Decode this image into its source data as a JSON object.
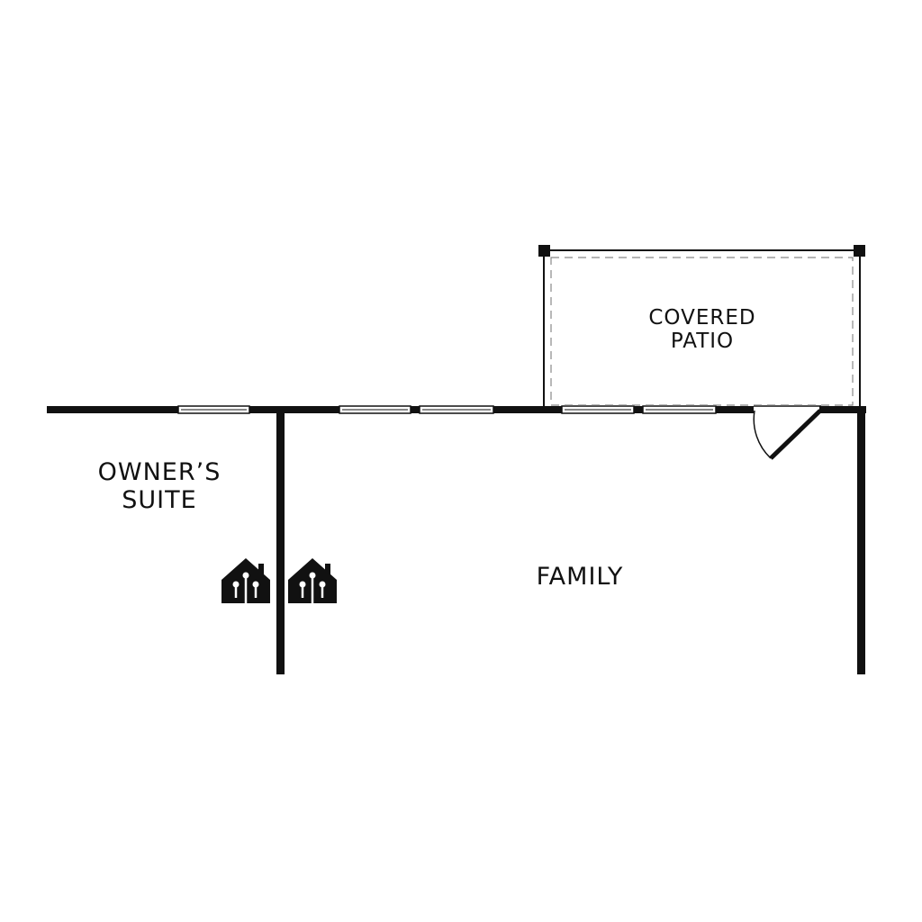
{
  "rooms": {
    "owners_suite": {
      "line1": "OWNER’S",
      "line2": "SUITE"
    },
    "covered_patio": {
      "line1": "COVERED",
      "line2": "PATIO"
    },
    "family": {
      "label": "FAMILY"
    }
  },
  "icons": {
    "smart_home": "smart-home-icon"
  },
  "colors": {
    "wall": "#111111",
    "background": "#ffffff",
    "dashed_line": "#888888"
  }
}
